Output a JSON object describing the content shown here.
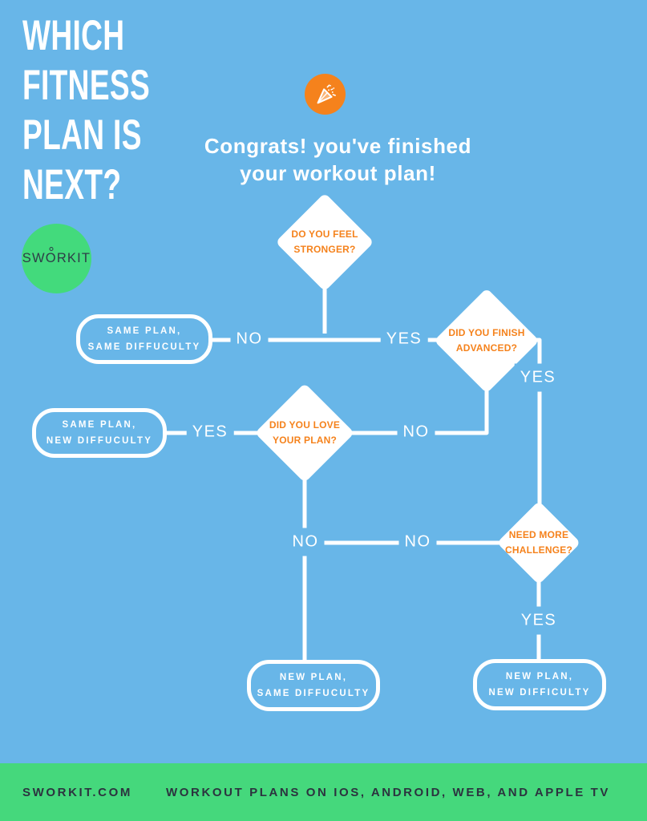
{
  "colors": {
    "background_blue": "#68b6e8",
    "accent_orange": "#f5821c",
    "logo_green": "#43da7c",
    "footer_green": "#45d87c",
    "white": "#ffffff",
    "dark_text": "#2c333f"
  },
  "header": {
    "title_lines": [
      "WHICH",
      "FITNESS",
      "PLAN IS",
      "NEXT?"
    ],
    "logo": {
      "left": "SW",
      "o": "O",
      "right": "RKIT"
    },
    "celebration_icon": "party-popper-icon",
    "congrats_line1": "Congrats! you've finished",
    "congrats_line2": "your workout plan!"
  },
  "flowchart": {
    "decisions": [
      {
        "id": "stronger",
        "line1": "DO YOU FEEL",
        "line2": "STRONGER?"
      },
      {
        "id": "advanced",
        "line1": "DID YOU FINISH",
        "line2": "ADVANCED?"
      },
      {
        "id": "love",
        "line1": "DID YOU LOVE",
        "line2": "YOUR PLAN?"
      },
      {
        "id": "challenge",
        "line1": "NEED MORE",
        "line2": "CHALLENGE?"
      }
    ],
    "outcomes": [
      {
        "id": "same-plan-same-difficulty",
        "line1": "SAME PLAN,",
        "line2": "SAME DIFFUCULTY"
      },
      {
        "id": "same-plan-new-difficulty",
        "line1": "SAME PLAN,",
        "line2": "NEW DIFFUCULTY"
      },
      {
        "id": "new-plan-same-difficulty",
        "line1": "NEW PLAN,",
        "line2": "SAME DIFFUCULTY"
      },
      {
        "id": "new-plan-new-difficulty",
        "line1": "NEW PLAN,",
        "line2": "NEW DIFFICULTY"
      }
    ],
    "edge_labels": {
      "no1": "NO",
      "yes1": "YES",
      "yes2": "YES",
      "no2": "NO",
      "yes3": "YES",
      "no3": "NO",
      "no4": "NO",
      "yes4": "YES"
    }
  },
  "footer": {
    "left": "SWORKIT.COM",
    "right": "WORKOUT PLANS ON IOS, ANDROID, WEB, AND APPLE TV"
  }
}
